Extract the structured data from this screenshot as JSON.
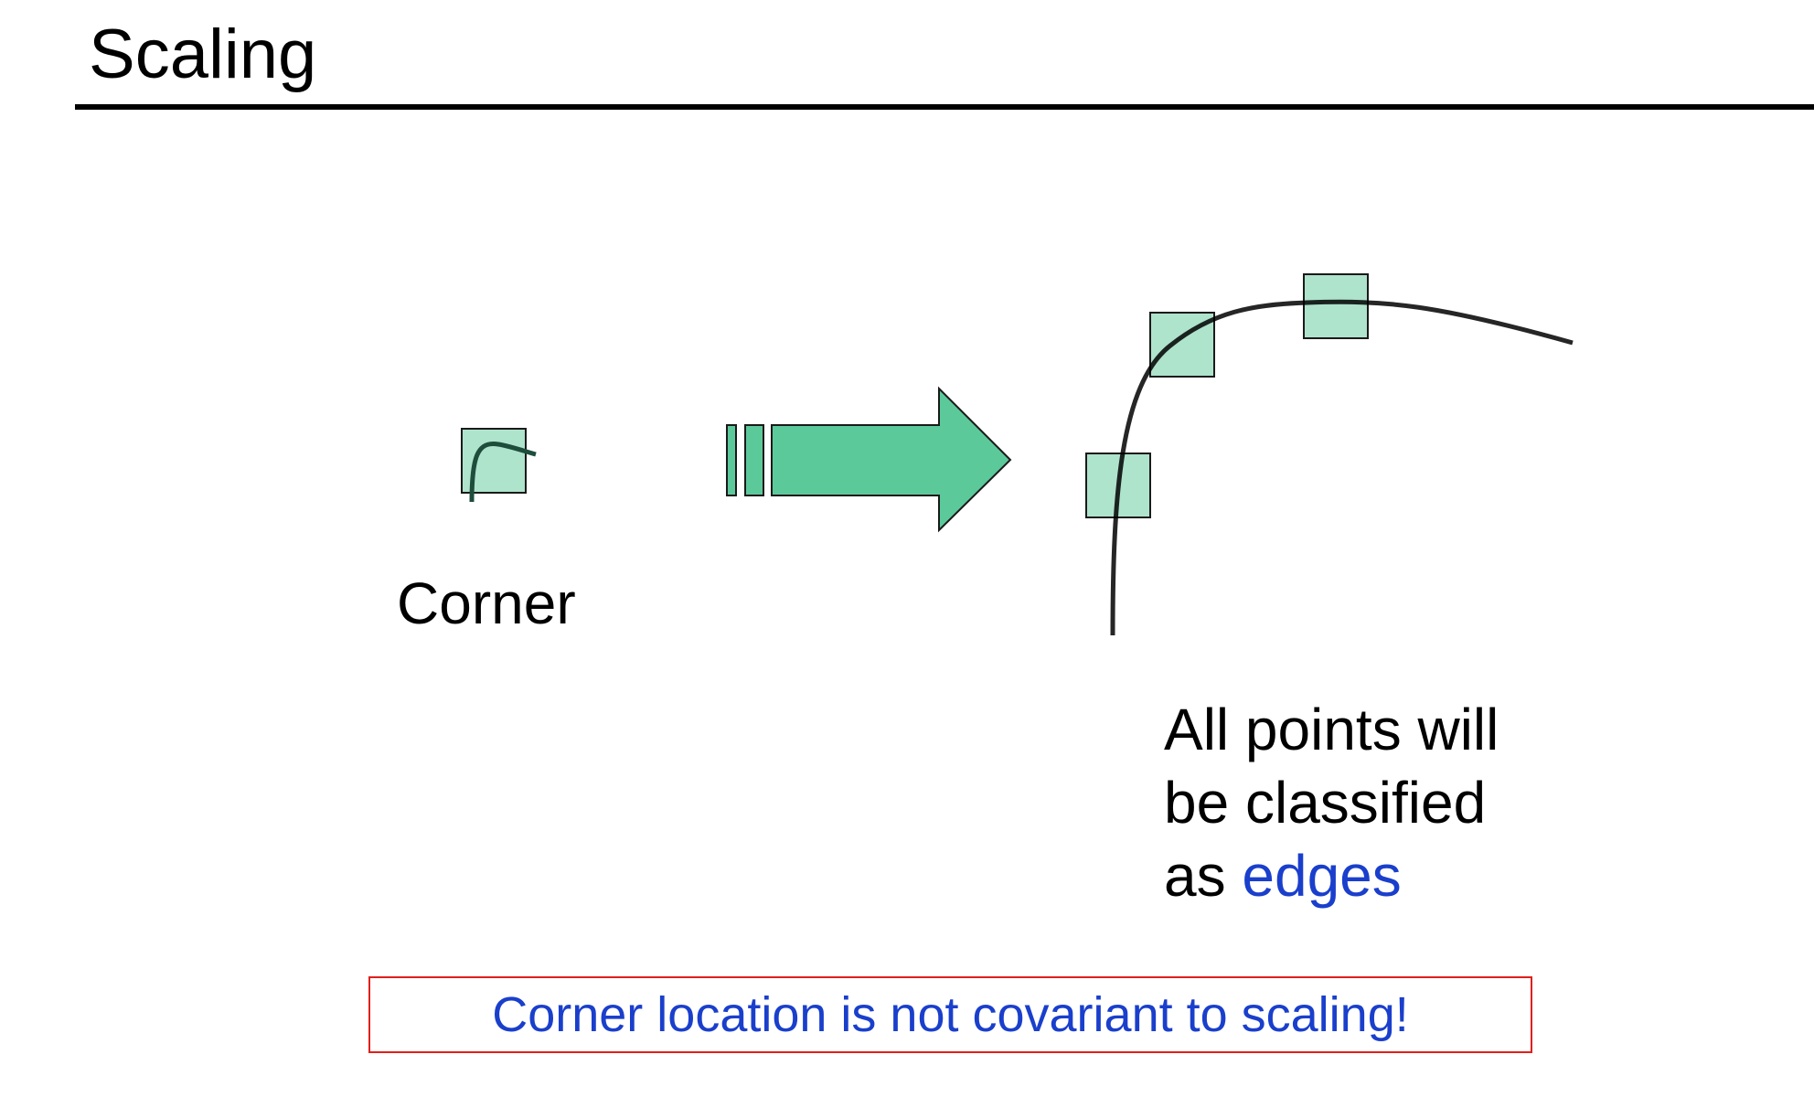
{
  "slide": {
    "title": "Scaling"
  },
  "diagram": {
    "corner_label": "Corner",
    "caption": {
      "line1": "All points will",
      "line2": "be classified",
      "line3_prefix": "as ",
      "line3_highlight": "edges"
    },
    "conclusion": "Corner location is not covariant to scaling!"
  },
  "colors": {
    "window_fill": "#aee3cc",
    "arrow_fill": "#5cc99a",
    "curve": "#000000",
    "highlight_text": "#1a3fcc",
    "box_border": "#e0201c"
  }
}
